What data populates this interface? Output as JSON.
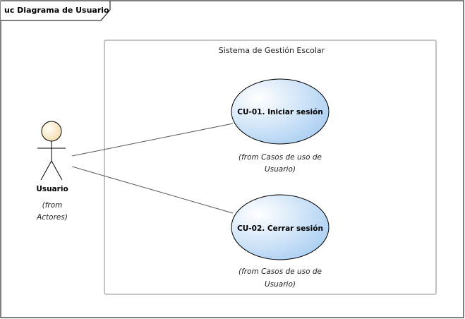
{
  "diagram": {
    "frame_title": "uc Diagrama de Usuario",
    "boundary_title": "Sistema de Gestión Escolar",
    "actor": {
      "name": "Usuario",
      "origin_line1": "(from",
      "origin_line2": "Actores)"
    },
    "use_cases": [
      {
        "label": "CU-01. Iniciar sesión",
        "origin_line1": "(from Casos de uso de",
        "origin_line2": "Usuario)"
      },
      {
        "label": "CU-02. Cerrar sesión",
        "origin_line1": "(from Casos de uso de",
        "origin_line2": "Usuario)"
      }
    ],
    "colors": {
      "use_case_fill_light": "#ffffff",
      "use_case_fill_dark": "#a7cdf2",
      "actor_head_light": "#fffef4",
      "actor_head_dark": "#f3d9a7",
      "line": "#555555",
      "boundary": "#888888"
    }
  }
}
